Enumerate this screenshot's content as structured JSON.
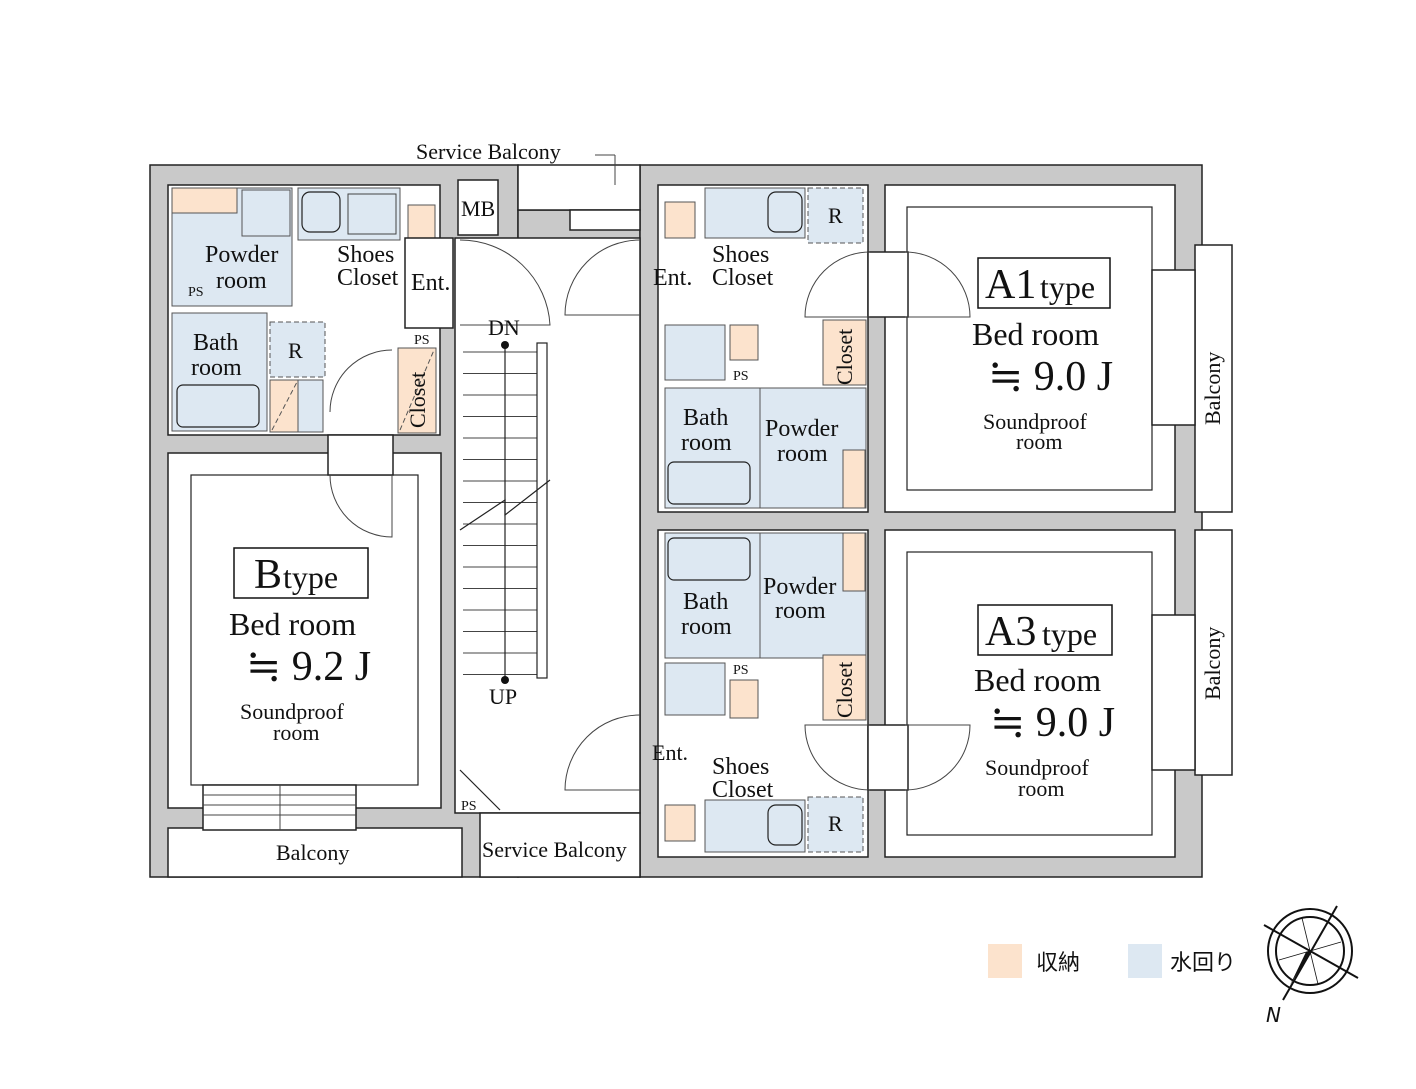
{
  "labels": {
    "service_balcony_top": "Service Balcony",
    "service_balcony_bottom": "Service Balcony",
    "mb": "MB",
    "dn": "DN",
    "up": "UP",
    "ps": "PS",
    "balcony": "Balcony"
  },
  "unit_b": {
    "type_main": "B",
    "type_sub": "type",
    "bedroom": "Bed room",
    "area": "≒ 9.2 J",
    "soundproof_1": "Soundproof",
    "soundproof_2": "room",
    "powder_1": "Powder",
    "powder_2": "room",
    "bath_1": "Bath",
    "bath_2": "room",
    "shoes_1": "Shoes",
    "shoes_2": "Closet",
    "ent": "Ent.",
    "closet": "Closet",
    "fridge": "R"
  },
  "unit_a1": {
    "type_main": "A1",
    "type_sub": "type",
    "bedroom": "Bed room",
    "area": "≒ 9.0 J",
    "soundproof_1": "Soundproof",
    "soundproof_2": "room",
    "powder_1": "Powder",
    "powder_2": "room",
    "bath_1": "Bath",
    "bath_2": "room",
    "shoes_1": "Shoes",
    "shoes_2": "Closet",
    "ent": "Ent.",
    "closet": "Closet",
    "fridge": "R"
  },
  "unit_a3": {
    "type_main": "A3",
    "type_sub": "type",
    "bedroom": "Bed room",
    "area": "≒ 9.0 J",
    "soundproof_1": "Soundproof",
    "soundproof_2": "room",
    "powder_1": "Powder",
    "powder_2": "room",
    "bath_1": "Bath",
    "bath_2": "room",
    "shoes_1": "Shoes",
    "shoes_2": "Closet",
    "ent": "Ent.",
    "closet": "Closet",
    "fridge": "R"
  },
  "legend": {
    "storage_label": "収納",
    "storage_color": "#fce3cd",
    "water_label": "水回り",
    "water_color": "#dde8f2"
  },
  "compass": {
    "north_label": "N"
  }
}
